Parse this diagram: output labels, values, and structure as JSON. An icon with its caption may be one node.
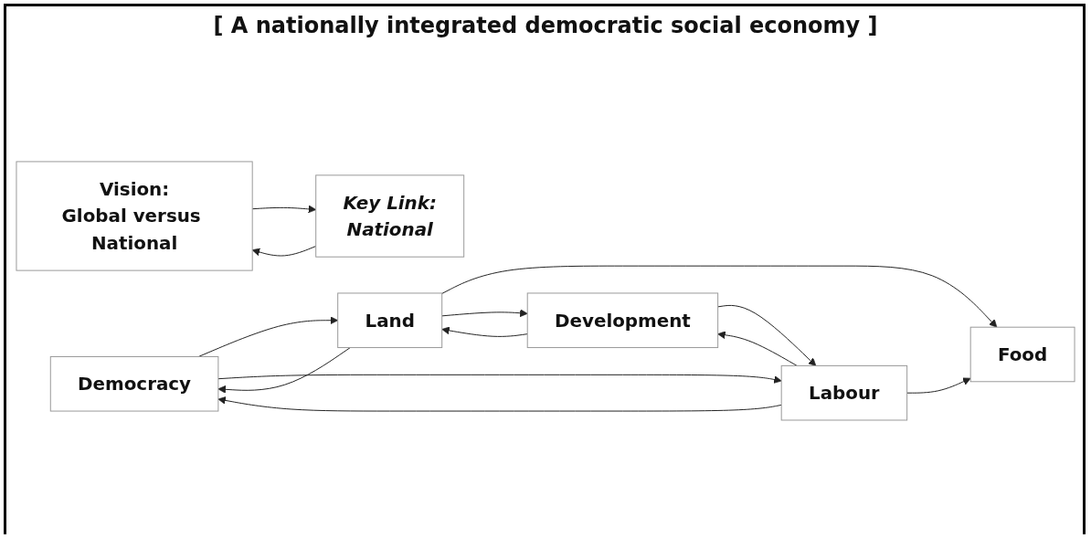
{
  "diagram": {
    "nodes": [
      {
        "text": [
          "Vision:",
          "Global versus National"
        ]
      },
      {
        "text": [
          "Key Link:",
          "National"
        ]
      },
      {
        "text": [
          "Democracy"
        ]
      },
      {
        "text": [
          "Land"
        ]
      },
      {
        "text": [
          "Food"
        ]
      },
      {
        "text": [
          "Labour"
        ]
      },
      {
        "text": [
          "Development"
        ]
      }
    ],
    "edges": [
      {
        "from": 1,
        "to": 0,
        "arrow": "to"
      },
      {
        "from": 0,
        "to": 1,
        "arrow": "to"
      },
      {
        "from": 3,
        "to": 4,
        "arrow": "to"
      },
      {
        "from": 5,
        "to": 4,
        "arrow": "to"
      },
      {
        "from": 3,
        "to": 2,
        "arrow": "to"
      },
      {
        "from": 2,
        "to": 3,
        "arrow": "to"
      },
      {
        "from": 2,
        "to": 5,
        "arrow": "to"
      },
      {
        "from": 5,
        "to": 2,
        "arrow": "to"
      },
      {
        "from": 3,
        "to": 6,
        "arrow": "to"
      },
      {
        "from": 6,
        "to": 3,
        "arrow": "to"
      },
      {
        "from": 5,
        "to": 6,
        "arrow": "to"
      },
      {
        "from": 6,
        "to": 5,
        "arrow": "to"
      }
    ],
    "labels": [
      "[ A nationally integrated democratic social economy ]"
    ]
  }
}
